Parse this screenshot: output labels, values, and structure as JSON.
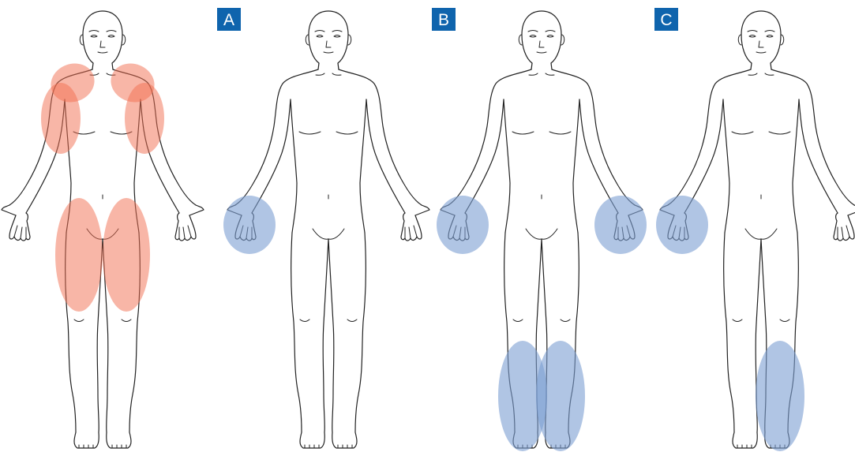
{
  "colors": {
    "label_bg": "#0f64ad",
    "label_text": "#ffffff",
    "line": "#222222",
    "red_region": "#f26d50",
    "blue_region": "#7c9ed2"
  },
  "panels": [
    {
      "label": "",
      "regions": [
        {
          "area": "right-shoulder",
          "color": "red"
        },
        {
          "area": "left-shoulder",
          "color": "red"
        },
        {
          "area": "right-upper-arm",
          "color": "red"
        },
        {
          "area": "left-upper-arm",
          "color": "red"
        },
        {
          "area": "right-thigh",
          "color": "red"
        },
        {
          "area": "left-thigh",
          "color": "red"
        }
      ]
    },
    {
      "label": "A",
      "regions": [
        {
          "area": "right-hand",
          "color": "blue"
        }
      ]
    },
    {
      "label": "B",
      "regions": [
        {
          "area": "right-hand",
          "color": "blue"
        },
        {
          "area": "left-hand",
          "color": "blue"
        },
        {
          "area": "right-lower-leg",
          "color": "blue"
        },
        {
          "area": "left-lower-leg",
          "color": "blue"
        }
      ]
    },
    {
      "label": "C",
      "regions": [
        {
          "area": "right-hand",
          "color": "blue"
        },
        {
          "area": "left-lower-leg",
          "color": "blue"
        }
      ]
    }
  ]
}
